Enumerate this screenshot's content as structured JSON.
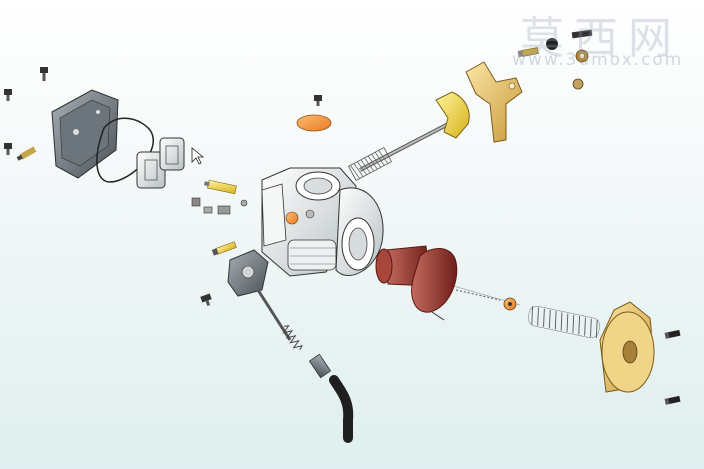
{
  "viewer": {
    "model": "carburetor-exploded-assembly",
    "background_top": "#ffffff",
    "background_bottom": "#dfeeee"
  },
  "watermark": {
    "chinese_text": "莫西网",
    "url_text": "www.3dmox.com",
    "color": "#9aa3b4"
  },
  "parts_colors": {
    "throttle_lever": "#f0d75a",
    "bracket": "#e6c87a",
    "diaphragm": "#9b3b34",
    "float_chamber_cover": "#e8c878",
    "washer": "#ef9a4a",
    "hose": "#1f1f1f",
    "body": "#f2f4f4"
  },
  "cursor": {
    "icon": "arrow-pointer-icon"
  }
}
